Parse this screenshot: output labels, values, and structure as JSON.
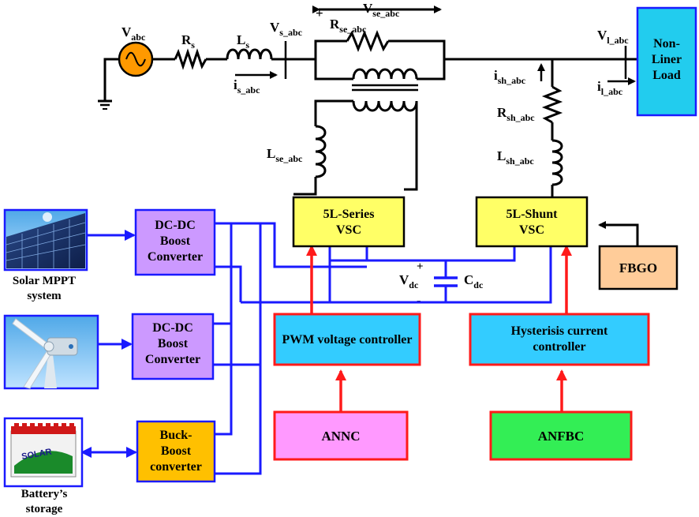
{
  "colors": {
    "wire": "#000000",
    "dc_bus": "#1a1aff",
    "control": "#ff1a1a",
    "vsc_fill": "#ffff66",
    "converter_fill": "#cc99ff",
    "buckboost_fill": "#ffc000",
    "controller_fill": "#33ccff",
    "annc_fill": "#ff99ff",
    "anfbc_fill": "#33ee55",
    "fbgo_fill": "#ffcc99",
    "load_fill": "#22ccee",
    "source_fill": "#ff9900"
  },
  "labels": {
    "vabc": {
      "main": "V",
      "sub": "abc"
    },
    "rs": {
      "main": "R",
      "sub": "s"
    },
    "ls": {
      "main": "L",
      "sub": "s"
    },
    "vs": {
      "main": "V",
      "sub": "s_abc"
    },
    "is": {
      "main": "i",
      "sub": "s_abc"
    },
    "vse": {
      "main": "V",
      "sub": "se_abc"
    },
    "vse_plus": "+",
    "rse": {
      "main": "R",
      "sub": "se_abc"
    },
    "lse": {
      "main": "L",
      "sub": "se_abc"
    },
    "vl": {
      "main": "V",
      "sub": "l_abc"
    },
    "il": {
      "main": "i",
      "sub": "l_abc"
    },
    "ish": {
      "main": "i",
      "sub": "sh_abc"
    },
    "rsh": {
      "main": "R",
      "sub": "sh_abc"
    },
    "lsh": {
      "main": "L",
      "sub": "sh_abc"
    },
    "vdc": {
      "main": "V",
      "sub": "dc"
    },
    "cdc": {
      "main": "C",
      "sub": "dc"
    },
    "dc_plus": "+",
    "dc_minus": "-"
  },
  "blocks": {
    "load": [
      "Non-",
      "Liner",
      "Load"
    ],
    "series_vsc": [
      "5L-Series",
      "VSC"
    ],
    "shunt_vsc": [
      "5L-Shunt",
      "VSC"
    ],
    "boost1": [
      "DC-DC",
      "Boost",
      "Converter"
    ],
    "boost2": [
      "DC-DC",
      "Boost",
      "Converter"
    ],
    "buckboost": [
      "Buck-",
      "Boost",
      "converter"
    ],
    "pwm": [
      "PWM voltage controller"
    ],
    "hysteresis": [
      "Hysterisis current",
      "controller"
    ],
    "annc": [
      "ANNC"
    ],
    "anfbc": [
      "ANFBC"
    ],
    "fbgo": [
      "FBGO"
    ]
  },
  "sources": {
    "solar": [
      "Solar MPPT",
      "system"
    ],
    "wind": [],
    "battery": [
      "Battery’s",
      "storage"
    ],
    "battery_brand": "SOLAR"
  }
}
